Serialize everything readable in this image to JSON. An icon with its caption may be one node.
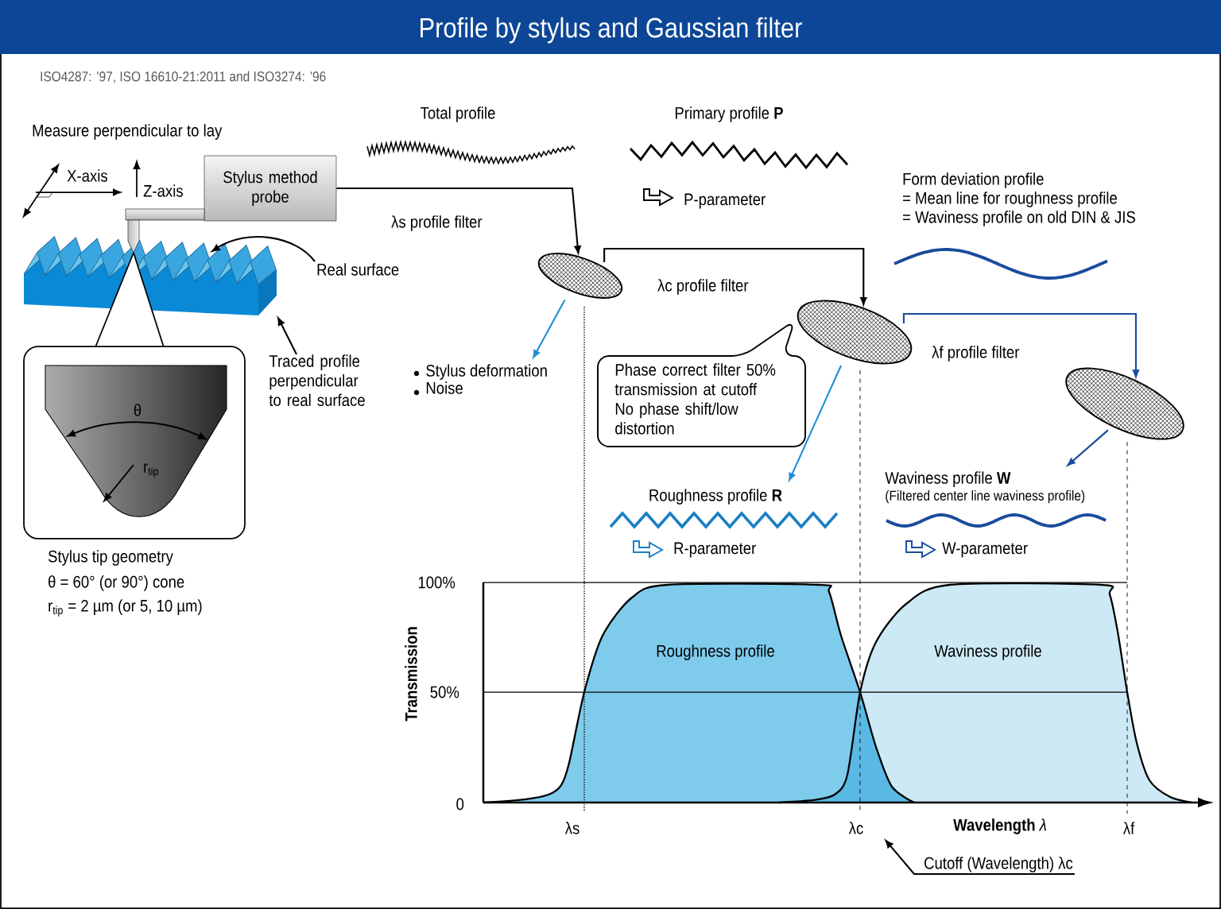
{
  "diagram": {
    "title": "Profile by stylus and Gaussian filter",
    "nodes": [
      {
        "text": [
          "Stylus method probe"
        ]
      },
      {
        "text": [],
        "shape": "ellipse"
      },
      {
        "text": [],
        "shape": "ellipse"
      },
      {
        "text": [],
        "shape": "ellipse"
      },
      {
        "text": [
          "Stylus deformation",
          "Noise"
        ]
      },
      {
        "text": [
          "Phase correct filter 50% transmission at cutoff No phase shift/low distortion"
        ]
      },
      {
        "text": [
          "Roughness profile **R**"
        ],
        "beside": [
          "R-parameter"
        ]
      },
      {
        "text": [
          "Waviness profile **W**",
          "(Filtered center line waviness profile)"
        ],
        "beside": [
          "W-parameter"
        ]
      },
      {
        "text": [
          "Real surface"
        ]
      },
      {
        "text": [
          "Traced profile perpendicular to real surface"
        ]
      },
      {
        "text": [],
        "shape": "picture"
      },
      {
        "text": [
          "θ",
          "r$_{tip}$"
        ],
        "beside": [
          "Stylus tip geometry",
          "θ = 60° (or 90°) cone",
          "r$_{tip}$ = 2 µm (or 5, 10 µm)"
        ]
      },
      {
        "text": [
          "Cutoff (Wavelength) λc"
        ]
      }
    ],
    "edges": [
      {
        "from": 0,
        "to": 1,
        "arrow": "to"
      },
      {
        "from": 1,
        "to": 2,
        "arrow": "to"
      },
      {
        "from": 2,
        "to": 3,
        "arrow": "to",
        "color": "#1a4c9c"
      },
      {
        "from": 1,
        "to": 4,
        "arrow": "to",
        "color": "#1f8fd6"
      },
      {
        "from": 2,
        "to": 6,
        "arrow": "to",
        "color": "#1f8fd6"
      },
      {
        "from": 3,
        "to": 7,
        "arrow": "to",
        "color": "#1a4c9c"
      },
      {
        "from": 8,
        "to": 10,
        "arrow": "to"
      },
      {
        "from": 9,
        "to": 10,
        "arrow": "to"
      },
      {
        "from": 12,
        "to": null,
        "arrow": "to"
      }
    ],
    "labels": [
      "ISO4287: ’97, ISO 16610-21:2011 and ISO3274: ’96",
      "Total profile",
      "Primary profile **P**",
      "Measure perpendicular to lay",
      "X-axis",
      "Form deviation profile",
      "Z-axis",
      "P-parameter",
      "= Mean line for roughness profile",
      "λs profile filter",
      "= Waviness profile on old DIN & JIS",
      "λc profile filter",
      "λf profile filter",
      "100%",
      "Transmission",
      "50%",
      "Roughness profile",
      "Waviness profile",
      "0",
      "λs",
      "λc",
      "**Wavelength** *λ*",
      "λf"
    ]
  }
}
